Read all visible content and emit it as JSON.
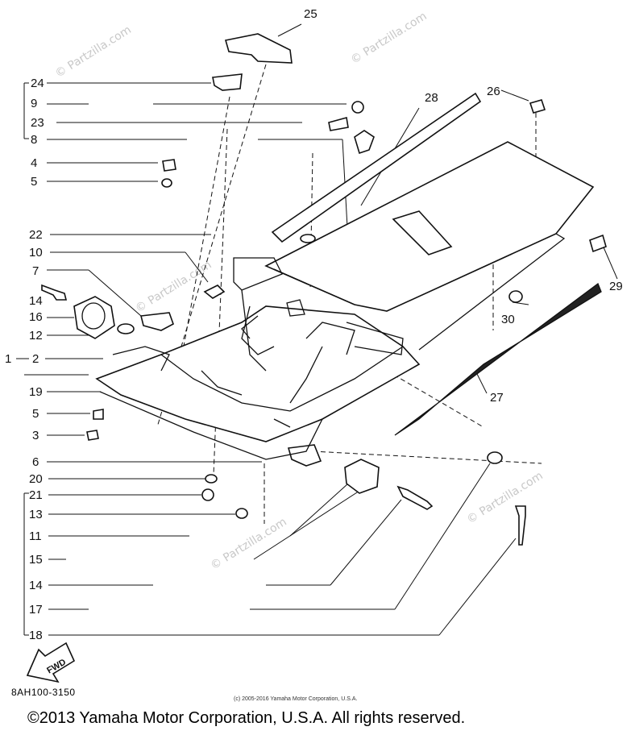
{
  "watermark": "© Partzilla.com",
  "diagram_code": "8AH100-3150",
  "fwd_arrow_label": "FWD",
  "small_copyright": "(c) 2005-2016 Yamaha Motor Corporation, U.S.A.",
  "copyright": "©2013 Yamaha Motor Corporation, U.S.A. All rights reserved.",
  "callouts": {
    "c1": "1",
    "c2": "2",
    "c3": "3",
    "c4": "4",
    "c5a": "5",
    "c5b": "5",
    "c6": "6",
    "c7": "7",
    "c8": "8",
    "c9": "9",
    "c10": "10",
    "c11": "11",
    "c12": "12",
    "c13": "13",
    "c14a": "14",
    "c14b": "14",
    "c15": "15",
    "c16": "16",
    "c17": "17",
    "c18": "18",
    "c19": "19",
    "c20": "20",
    "c21": "21",
    "c22": "22",
    "c23": "23",
    "c24": "24",
    "c25": "25",
    "c26": "26",
    "c27": "27",
    "c28": "28",
    "c29": "29",
    "c30": "30"
  }
}
